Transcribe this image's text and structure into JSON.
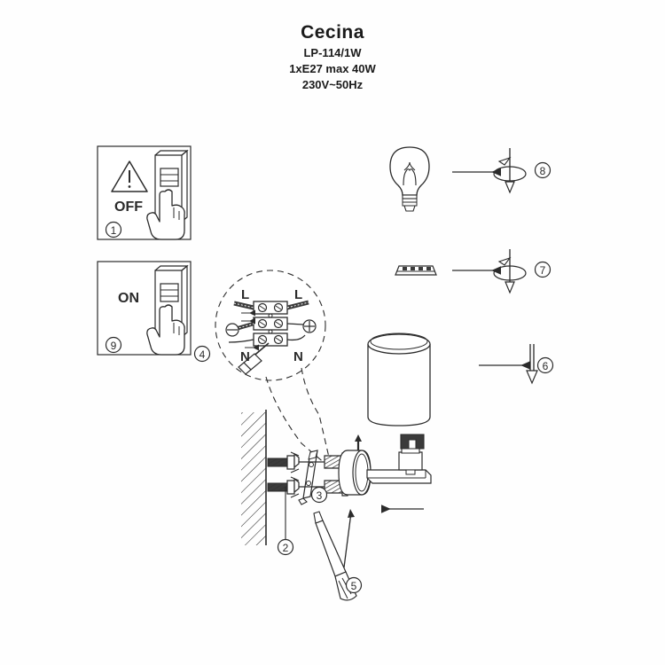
{
  "header": {
    "product_name": "Cecina",
    "model_code": "LP-114/1W",
    "lamp_spec": "1xE27 max 40W",
    "voltage_spec": "230V~50Hz"
  },
  "panels": [
    {
      "id": "panel-off",
      "step": "1",
      "state_label": "OFF",
      "icon": "warning-triangle-icon",
      "description": "Switch the power off at the wall switch"
    },
    {
      "id": "panel-on",
      "step": "9",
      "state_label": "ON",
      "icon": "hand-pressing-switch-icon",
      "description": "Switch the power back on at the wall switch"
    }
  ],
  "steps": [
    {
      "number": "1",
      "name": "power-off"
    },
    {
      "number": "2",
      "name": "wall-anchors"
    },
    {
      "number": "3",
      "name": "mounting-screws"
    },
    {
      "number": "4",
      "name": "terminal-wiring"
    },
    {
      "number": "5",
      "name": "screwdriver-tighten"
    },
    {
      "number": "6",
      "name": "shade-mount"
    },
    {
      "number": "7",
      "name": "diffuser-mount"
    },
    {
      "number": "8",
      "name": "bulb-install"
    },
    {
      "number": "9",
      "name": "power-on"
    }
  ],
  "wiring": {
    "live_left": "L",
    "live_right": "L",
    "neutral_left": "N",
    "neutral_right": "N",
    "terminal_rows": 3,
    "earth_symbol_left": "⊖",
    "earth_symbol_right": "⊕"
  },
  "parts": {
    "bulb": "E27 incandescent bulb",
    "diffuser": "diffuser-strip",
    "shade": "cylindrical-lamp-shade",
    "base": "wall-mount-base-plate",
    "socket": "e27-lamp-socket",
    "screwdriver": "screwdriver",
    "wall": "hatched-wall-section",
    "anchor": "wall-plug-anchor",
    "screw": "mounting-screw",
    "bracket": "mounting-bracket"
  },
  "colors": {
    "line": "#2b2b2b",
    "fill_dark": "#3b3b3b",
    "background": "#fefefe",
    "text": "#1a1a1a"
  }
}
